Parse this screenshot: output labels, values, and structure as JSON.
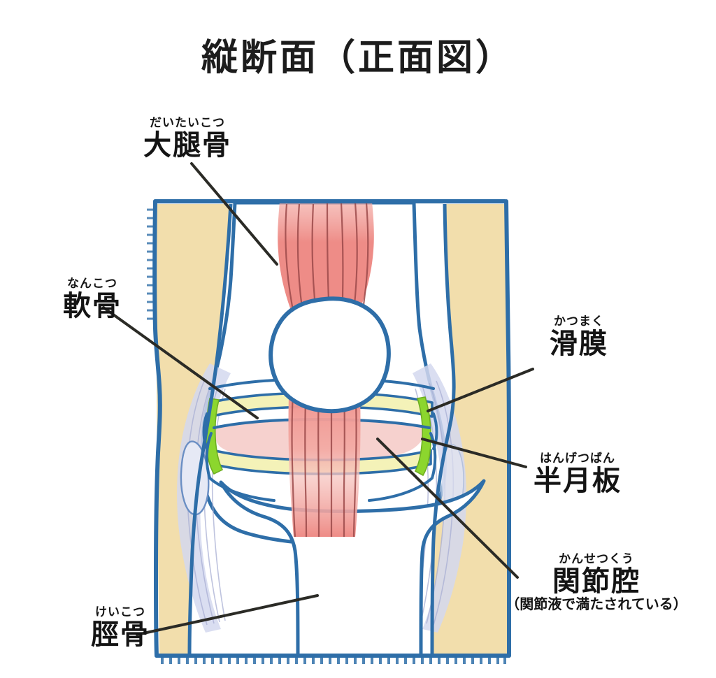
{
  "page": {
    "title": "縦断面（正面図）",
    "background_color": "#ffffff"
  },
  "palette": {
    "outline_blue": "#2E6EA8",
    "soft_tissue_tan": "#F2DEAC",
    "bone_white": "#FFFFFF",
    "tendon_pink": "#EE8C87",
    "tendon_stripe": "#9C4A4A",
    "cartilage_yellow": "#F2F0B4",
    "meniscus_green": "#8CD62E",
    "synovium_lavender": "#D4D8EE",
    "joint_fluid_pink": "#F6CFCB",
    "leader_line": "#2b2b26",
    "text_black": "#141414"
  },
  "labels": {
    "femur": {
      "furigana": "だいたいこつ",
      "text": "大腿骨"
    },
    "cartilage": {
      "furigana": "なんこつ",
      "text": "軟骨"
    },
    "synovium": {
      "furigana": "かつまく",
      "text": "滑膜"
    },
    "meniscus": {
      "furigana": "はんげつばん",
      "text": "半月板"
    },
    "joint_cavity": {
      "furigana": "かんせつくう",
      "text": "関節腔",
      "note": "（関節液で満たされている）"
    },
    "tibia": {
      "furigana": "けいこつ",
      "text": "脛骨"
    }
  },
  "anatomy_parts": [
    {
      "name": "soft-tissue-left",
      "color": "#F2DEAC"
    },
    {
      "name": "soft-tissue-right",
      "color": "#F2DEAC"
    },
    {
      "name": "femur-bone",
      "color": "#FFFFFF"
    },
    {
      "name": "tibia-bone",
      "color": "#FFFFFF"
    },
    {
      "name": "patella-bone",
      "color": "#FFFFFF"
    },
    {
      "name": "quadriceps-tendon",
      "color": "#EE8C87"
    },
    {
      "name": "articular-cartilage",
      "color": "#F2F0B4"
    },
    {
      "name": "meniscus-left",
      "color": "#8CD62E"
    },
    {
      "name": "meniscus-right",
      "color": "#8CD62E"
    },
    {
      "name": "synovial-membrane",
      "color": "#D4D8EE"
    },
    {
      "name": "joint-cavity-fluid",
      "color": "#F6CFCB"
    }
  ]
}
